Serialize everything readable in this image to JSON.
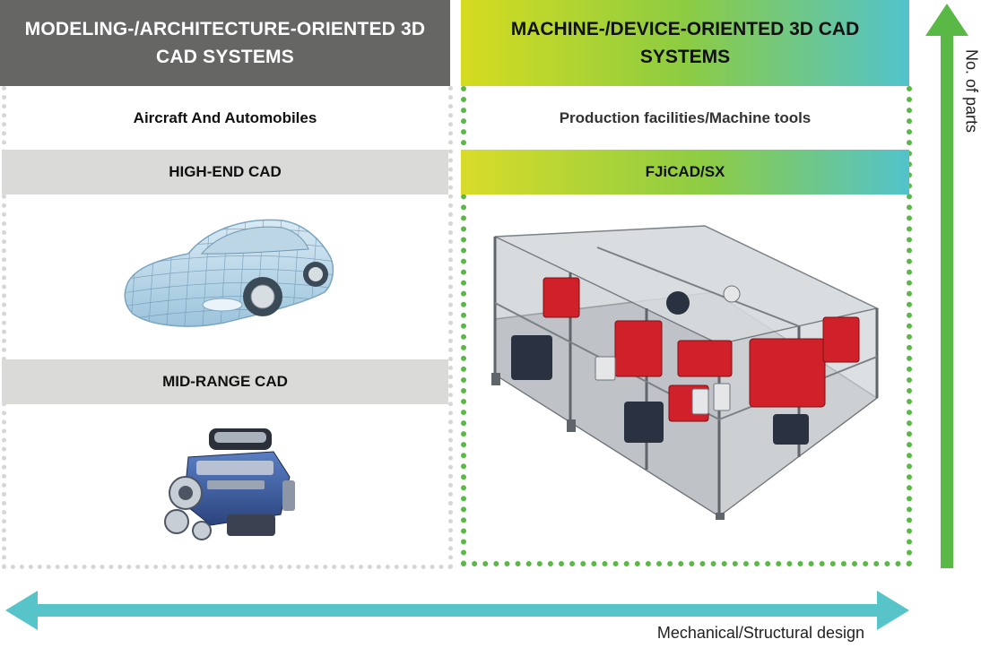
{
  "left": {
    "header": "MODELING-/ARCHITECTURE-ORIENTED 3D CAD SYSTEMS",
    "subtitle": "Aircraft And Automobiles",
    "bands": [
      "HIGH-END CAD",
      "MID-RANGE CAD"
    ]
  },
  "right": {
    "header": "MACHINE-/DEVICE-ORIENTED 3D CAD SYSTEMS",
    "subtitle": "Production facilities/Machine tools",
    "band": "FJiCAD/SX"
  },
  "axes": {
    "vertical_label": "No. of parts",
    "horizontal_label": "Mechanical/Structural design"
  },
  "colors": {
    "left_header_bg": "#666665",
    "band_gray": "#dadad8",
    "green_arrow": "#5ab846",
    "teal_arrow": "#56c4c8",
    "gradient": [
      "#d6dc20",
      "#8ccc42",
      "#52c3cc"
    ]
  }
}
